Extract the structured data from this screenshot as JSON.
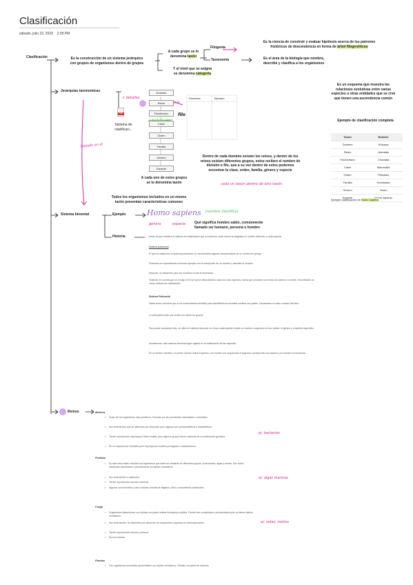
{
  "page": {
    "title": "Clasificación",
    "date": "sábado, julio 22, 2023",
    "time": "2:28 PM"
  },
  "root": {
    "label": "Clasificación"
  },
  "definition": {
    "text1": "Es la construcción de un sistema jerárquico",
    "text2": "con grupos de organismos dentro de grupos"
  },
  "grupo": {
    "line1": "A cada grupo se lo",
    "line2a": "denomina ",
    "line2b": "taxón"
  },
  "nivel": {
    "line1": "Y el nivel que se asigna",
    "line2a": "se denomina ",
    "line2b": "categoría"
  },
  "filogenia": {
    "label": "Filogenia",
    "desc1": "Es la ciencia de construir y evaluar hipótesis acerca de los patrones",
    "desc2a": "históricos de descendencia en forma de ",
    "desc2b": "árbol filogenéticos"
  },
  "taxonomia": {
    "label": "Taxonomía",
    "desc1": "Es el área de la biología que nombra,",
    "desc2": "describe y clasifica a los organismos"
  },
  "esquema": {
    "l1": "Es un esquema que muestra las",
    "l2": "relaciones evolutivas entre varias",
    "l3": "especies u otras entidades que se cree",
    "l4": "que tienen una ascendencia común"
  },
  "jerarquias": {
    "label": "Jerarquías taxonomicas",
    "hw_details": "+ detalles",
    "hw_pl": "plural",
    "hw_filo": "filo",
    "hw_plural2": "o grupo en plural",
    "hw_basado": "basado en el",
    "file_label1": "Sistema de",
    "file_label2": "clasificaci...",
    "file_icon_text": "PDF"
  },
  "tax_levels": [
    "Dominio",
    "Reino",
    "Filo/división",
    "Clase",
    "Orden",
    "Familia",
    "Género",
    "Especie"
  ],
  "mini_table": {
    "col1": "Dominios",
    "col2": "Ejemplo"
  },
  "cada_grupo": {
    "l1": "A cada uno de estos grupos",
    "l2": "se lo denomina taxón"
  },
  "dominio_text": {
    "l1": "Dentro de cada dominio existen los reinos, y dentro de los",
    "l2": "reinos existen diferentes grupos, estos reciben el nombre de",
    "l3": "división o filo, que a su vez dentro de estos podemos",
    "l4": "encontrar la clase, orden, familia, género y especie",
    "hw": "cada un taxón dentro de otro taxón"
  },
  "example_table": {
    "title": "Ejemplo de clasificación completa",
    "headers": [
      "Taxón",
      "Nombre"
    ],
    "rows": [
      [
        "Dominio",
        "Eukarya"
      ],
      [
        "Reino",
        "Animalia"
      ],
      [
        "Filo/División",
        "Chordata"
      ],
      [
        "Clase",
        "Mammalia"
      ],
      [
        "Orden",
        "Primates"
      ],
      [
        "Familia",
        "Hominidae"
      ],
      [
        "Género",
        "Homo"
      ],
      [
        "Especie",
        "Homo sapiens"
      ]
    ],
    "caption_a": "Ejemplo clasificación de ",
    "caption_b": "Homo sapiens"
  },
  "todos": {
    "l1": "Todos los organismos incluidos en un mismo",
    "l2": "taxón presentan características comunes"
  },
  "binomial": {
    "label": "Sistema binomial",
    "ejemplo_label": "Ejemplo",
    "historia_label": "Historia",
    "homo_sapiens": "Homo sapiens",
    "hw_nombre": "(nombre científico)",
    "hw_genero": "género",
    "hw_especie": "especie",
    "signif1": "Qué significa hombre sabio, comúnmente",
    "signif2": "llamado ser humano, persona u hombre"
  },
  "historia": {
    "p1": "Antes de que existiera el sistema de clasificación que conocemos, cada cultura le asignaba un nombre diferente a cada especie.",
    "h1": "Sistema polinomial",
    "p2": "El que se usaba era un sistema polinomial, el cual describía algunas características de un nombre en griego.",
    "p3": "Podemos ver representado el mismo ejemplo con la descripción de un nombre y describe el nombre.",
    "p4": "Después, se desarrolló para dar nombres a toda la diversidad.",
    "p5": "Teniendo en cuenta que en el siglo XVIII se fueron descubriendo cada vez más especies, había que encontrar una forma de darles un nombre. Esto dificultó un nuevo método de clasificación.",
    "h2": "Sistema Polinomial",
    "p6": "Hasta ahora, tenemos que en la nomenclatura científica para identificarla se necesita nombrar sus partes. Usualmente se hace a través del latín.",
    "p7": "La principal función que tenían era dividir los grupos.",
    "p8": "Para poder solucionar esto, se utilizó el sistema binomial, en el que cada especie recibió un nombre compuesto de dos partes: el género y el epíteto específico.",
    "p9": "Actualmente, este sistema binomial sigue vigente en la clasificación de las especies.",
    "p10": "En el nombre científico, el primer nombre indica el género y se escribe con mayúscula; el segundo corresponde a la especie y se escribe en minúscula."
  },
  "reinos": {
    "label": "Reinos",
    "monera": {
      "title": "Mónera",
      "b1": "Grupo de los organismos más primitivos. Formado por las procariotas unicelulares o coloniales.",
      "b2": "Son heterótrofos que se alimentan por absorción pero algunos son quimiosintéticos o fotosintéticos.",
      "b3": "Tienen reproducción asexual por fisión binaria, pero algunos grupos tienen sistemas de recombinación genética.",
      "b4": "En su mayoría son inmóviles pero hay algunos móviles por flagelos o deslizamiento.",
      "hw": "ej: bacterias"
    },
    "protista": {
      "title": "Protista",
      "b1": "Es este reino están incluidos los organismos que antes se ubicaban en diferentes grupos: protozoarios, algas y mohos. Son todos eucariotas unicelulares o pluricelulares sin tejidos verdaderos.",
      "b2": "Son heterótrofos o autótrofos.",
      "b3": "Tienen reproducción sexual o asexual.",
      "b4": "Algunos son inmóviles y otros móviles a través de flagelos, cilios o movimientos ameboides.",
      "hw": "ej: algas marinas"
    },
    "fungi": {
      "title": "Fungi",
      "b1": "Organismos filamentosos con células con pared celular formada por quitina. Pueden ser unicelulares o pluricelulares pero no tienen tejidos verdaderos.",
      "b2": "Son heterótrofos. Se alimentan por absorción de compuestos orgánicos en descomposición.",
      "b3": "Tienen reproducción sexual y asexual.",
      "b4": "No son móviles.",
      "hw": "ej: setas, mohos"
    },
    "plantae": {
      "title": "Plantae",
      "b1": "Son organismos eucariotas pluricelulares con tejidos verdaderos. Células con pared de celulosa."
    }
  },
  "colors": {
    "pink": "#e0208a",
    "green": "#3ec43a",
    "highlight": "#dff5a0",
    "purple": "#d7a6f2"
  }
}
